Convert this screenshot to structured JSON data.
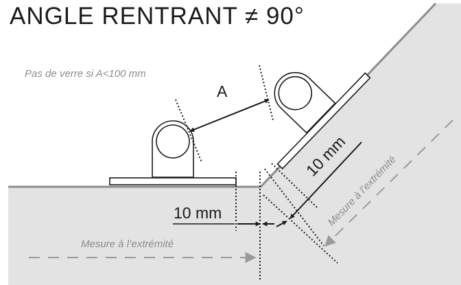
{
  "title": "ANGLE RENTRANT ≠ 90°",
  "note_glass": "Pas de verre si A<100 mm",
  "label_a": "A",
  "dim_inclined": "10 mm",
  "dim_horizontal": "10 mm",
  "measure_bottom": "Mesure à l’extrémité",
  "measure_slope": "Mesure à l’extrémité",
  "colors": {
    "wall_fill": "#e3e3e3",
    "wall_edge": "#8c8c8c",
    "ink": "#1a1a1a",
    "note_text": "#8c8c8c"
  }
}
